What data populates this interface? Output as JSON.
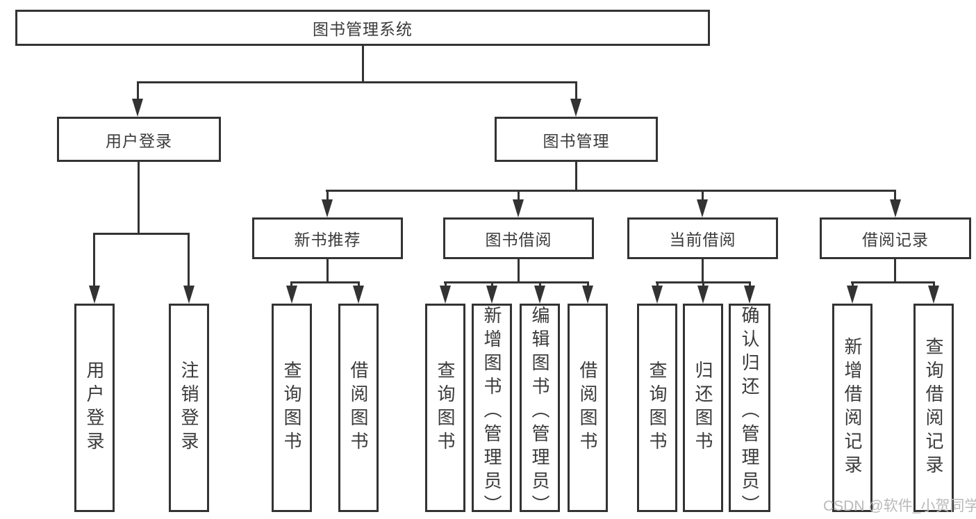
{
  "diagram": {
    "type": "hierarchy-tree",
    "title_node": "图书管理系统",
    "nodes": {
      "root": "图书管理系统",
      "user_login": "用户登录",
      "book_mgmt": "图书管理",
      "new_book_rec": "新书推荐",
      "book_borrow": "图书借阅",
      "current_borrow": "当前借阅",
      "borrow_records": "借阅记录",
      "leaf_user_login": "用户登录",
      "leaf_logout": "注销登录",
      "leaf_rec_query": "查询图书",
      "leaf_rec_borrow": "借阅图书",
      "leaf_bb_query": "查询图书",
      "leaf_bb_add": "新增图书（管理员）",
      "leaf_bb_edit": "编辑图书（管理员）",
      "leaf_bb_borrow": "借阅图书",
      "leaf_cb_query": "查询图书",
      "leaf_cb_return": "归还图书",
      "leaf_cb_confirm": "确认归还（管理员）",
      "leaf_br_add": "新增借阅记录",
      "leaf_br_query": "查询借阅记录"
    },
    "edges": [
      [
        "图书管理系统",
        "用户登录"
      ],
      [
        "图书管理系统",
        "图书管理"
      ],
      [
        "用户登录",
        "用户登录"
      ],
      [
        "用户登录",
        "注销登录"
      ],
      [
        "图书管理",
        "新书推荐"
      ],
      [
        "图书管理",
        "图书借阅"
      ],
      [
        "图书管理",
        "当前借阅"
      ],
      [
        "图书管理",
        "借阅记录"
      ],
      [
        "新书推荐",
        "查询图书"
      ],
      [
        "新书推荐",
        "借阅图书"
      ],
      [
        "图书借阅",
        "查询图书"
      ],
      [
        "图书借阅",
        "新增图书（管理员）"
      ],
      [
        "图书借阅",
        "编辑图书（管理员）"
      ],
      [
        "图书借阅",
        "借阅图书"
      ],
      [
        "当前借阅",
        "查询图书"
      ],
      [
        "当前借阅",
        "归还图书"
      ],
      [
        "当前借阅",
        "确认归还（管理员）"
      ],
      [
        "借阅记录",
        "新增借阅记录"
      ],
      [
        "借阅记录",
        "查询借阅记录"
      ]
    ],
    "colors": {
      "line": "#333333",
      "text": "#3a3a3a",
      "background": "#ffffff",
      "watermark": "#b9b9b9"
    }
  },
  "watermark": {
    "text": "CSDN @软件_小贺同学"
  }
}
